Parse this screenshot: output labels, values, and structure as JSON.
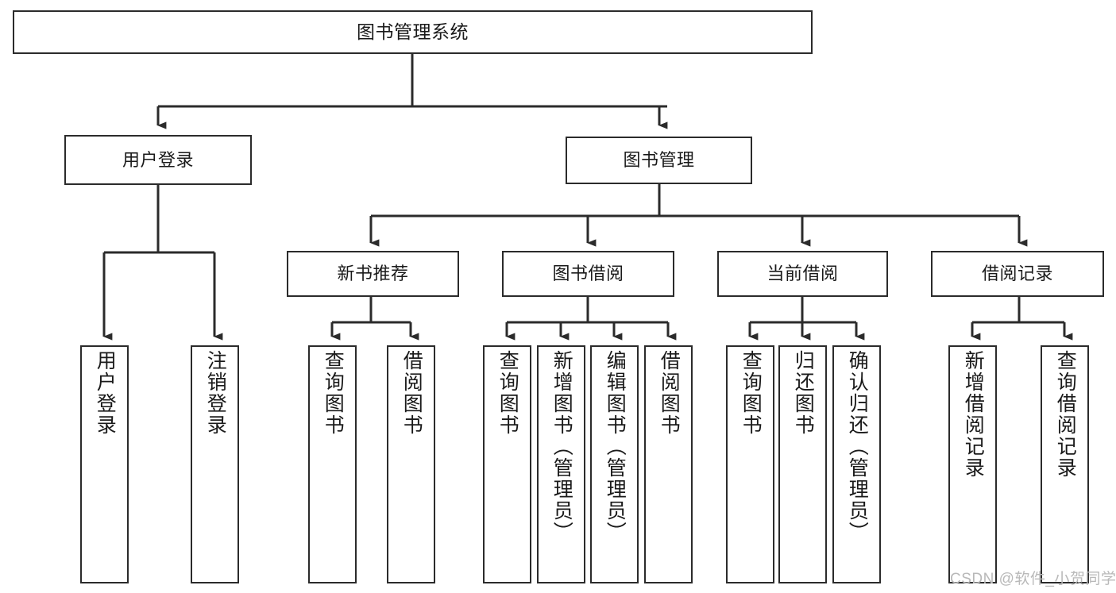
{
  "diagram": {
    "title": "图书管理系统",
    "type": "tree-hierarchy-diagram",
    "colors": {
      "stroke": "#2b2b2b",
      "fill": "#ffffff",
      "text": "#1a1a1a",
      "watermark": "#b9b9b9"
    },
    "nodes": {
      "root": {
        "label": "图书管理系统"
      },
      "level2": [
        {
          "label": "用户登录"
        },
        {
          "label": "图书管理"
        }
      ],
      "level3": [
        {
          "label": "新书推荐"
        },
        {
          "label": "图书借阅"
        },
        {
          "label": "当前借阅"
        },
        {
          "label": "借阅记录"
        }
      ],
      "leaves": {
        "user_login": [
          {
            "label": "用户登录"
          },
          {
            "label": "注销登录"
          }
        ],
        "new_book_recommend": [
          {
            "label": "查询图书"
          },
          {
            "label": "借阅图书"
          }
        ],
        "book_borrow": [
          {
            "label": "查询图书"
          },
          {
            "label": "新增图书（管理员）"
          },
          {
            "label": "编辑图书（管理员）"
          },
          {
            "label": "借阅图书"
          }
        ],
        "current_borrow": [
          {
            "label": "查询图书"
          },
          {
            "label": "归还图书"
          },
          {
            "label": "确认归还（管理员）"
          }
        ],
        "borrow_record": [
          {
            "label": "新增借阅记录"
          },
          {
            "label": "查询借阅记录"
          }
        ]
      }
    },
    "watermark": "CSDN @软件_小贺同学"
  }
}
